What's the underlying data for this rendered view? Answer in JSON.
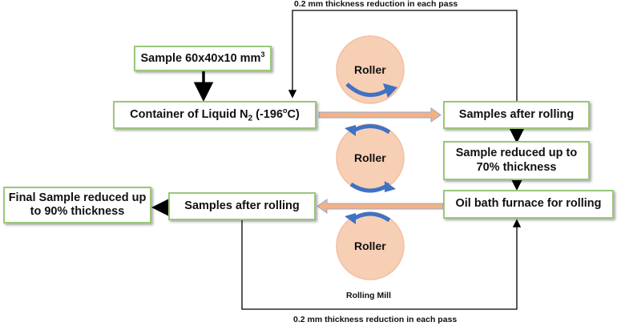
{
  "diagram": {
    "top_note": "0.2 mm thickness reduction in each pass",
    "bottom_note": "0.2 mm thickness reduction in each pass",
    "sample_box": {
      "text": "Sample 60x40x10 mm",
      "sup": "3"
    },
    "container_box": {
      "pre": "Container of Liquid N",
      "sub": "2",
      "mid": " (-196",
      "sup": "o",
      "post": "C)"
    },
    "samples_after_rolling_right": "Samples after rolling",
    "sample_reduced_70": "Sample reduced up to 70% thickness",
    "oil_bath": "Oil bath furnace for rolling",
    "samples_after_rolling_left": "Samples after rolling",
    "final_sample": "Final Sample reduced up to 90% thickness",
    "rollers": [
      "Roller",
      "Roller",
      "Roller"
    ],
    "rolling_mill_label": "Rolling Mill"
  },
  "colors": {
    "box_border": "#9cc77a",
    "roller_fill": "#f7cfb5",
    "roller_stroke": "#f2bfa2",
    "roller_arrow": "#3f72c4",
    "flow_arrow_fill": "#f4b183",
    "flow_arrow_stroke": "#8eaadb",
    "line": "#000000"
  }
}
